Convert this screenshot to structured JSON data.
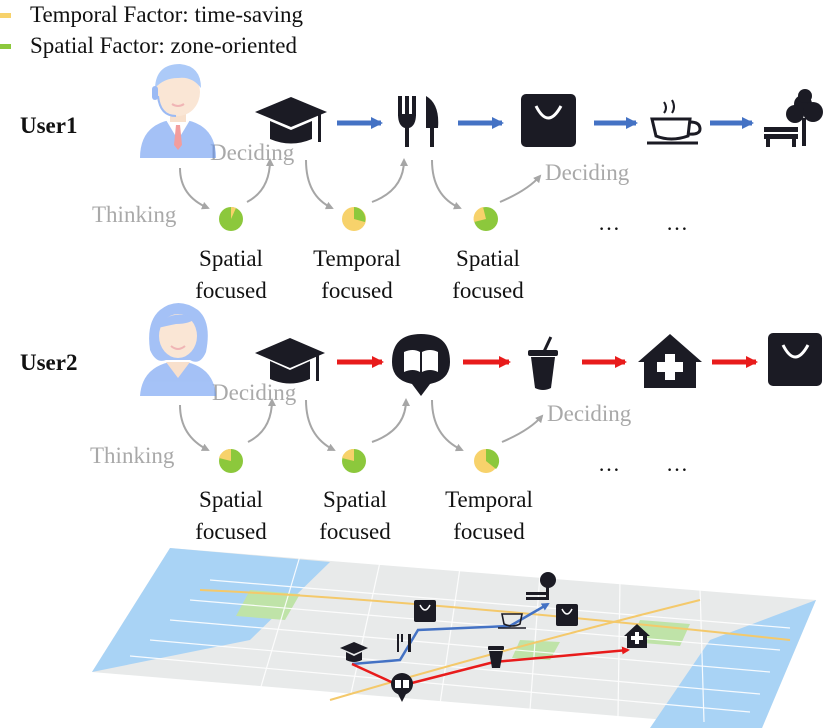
{
  "legend": {
    "temporal": {
      "label": "Temporal Factor: time-saving",
      "color": "#f7d26b"
    },
    "spatial": {
      "label": "Spatial Factor: zone-oriented",
      "color": "#8cc83c"
    }
  },
  "user1": {
    "label": "User1",
    "thinking": "Thinking",
    "deciding_1": "Deciding",
    "deciding_2": "Deciding",
    "focus": [
      {
        "line1": "Spatial",
        "line2": "focused"
      },
      {
        "line1": "Temporal",
        "line2": "focused"
      },
      {
        "line1": "Spatial",
        "line2": "focused"
      }
    ],
    "ellipsis_1": "…",
    "ellipsis_2": "…",
    "sequence_icons": [
      "graduation-cap-icon",
      "fork-knife-icon",
      "shopping-bag-icon",
      "coffee-cup-icon",
      "park-bench-tree-icon"
    ],
    "arrow_color": "#4472c4"
  },
  "user2": {
    "label": "User2",
    "thinking": "Thinking",
    "deciding_1": "Deciding",
    "deciding_2": "Deciding",
    "focus": [
      {
        "line1": "Spatial",
        "line2": "focused"
      },
      {
        "line1": "Spatial",
        "line2": "focused"
      },
      {
        "line1": "Temporal",
        "line2": "focused"
      }
    ],
    "ellipsis_1": "…",
    "ellipsis_2": "…",
    "sequence_icons": [
      "graduation-cap-icon",
      "book-pin-icon",
      "drink-cup-icon",
      "hospital-icon",
      "shopping-bag-icon"
    ],
    "arrow_color": "#e81b1b"
  },
  "colors": {
    "icon_dark": "#1b1b24",
    "pie_spatial": "#8cc83c",
    "pie_temporal": "#f7d26b",
    "thinking_arrow": "#a6a6a6",
    "map_land": "#e8eaea",
    "map_water": "#a9d3f5",
    "map_green": "#bfe3a8"
  }
}
